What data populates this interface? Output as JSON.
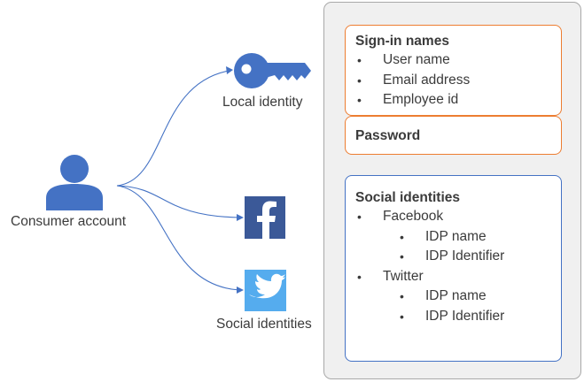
{
  "left": {
    "consumer_account_label": "Consumer account",
    "local_identity_label": "Local identity",
    "social_identities_label": "Social identities"
  },
  "icons": {
    "consumer": "user-icon",
    "local": "key-icon",
    "facebook": "facebook-icon",
    "twitter": "twitter-icon"
  },
  "colors": {
    "accent_blue": "#4472c4",
    "orange": "#ed7d31",
    "facebook": "#3b5998",
    "twitter": "#55acee",
    "panel": "#f0f0f0"
  },
  "panel": {
    "sign_in": {
      "title": "Sign-in names",
      "items": [
        "User name",
        "Email address",
        "Employee id"
      ]
    },
    "password": {
      "title": "Password"
    },
    "social": {
      "title": "Social identities",
      "providers": [
        {
          "name": "Facebook",
          "items": [
            "IDP name",
            "IDP Identifier"
          ]
        },
        {
          "name": "Twitter",
          "items": [
            "IDP name",
            "IDP Identifier"
          ]
        }
      ]
    }
  }
}
